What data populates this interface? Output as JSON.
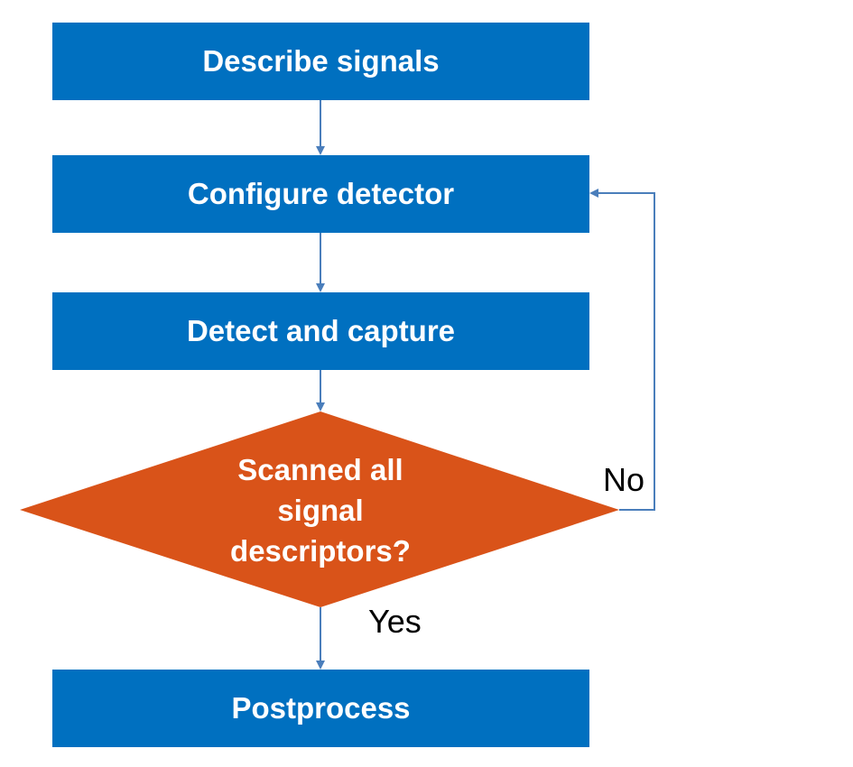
{
  "colors": {
    "process": "#0070C0",
    "decision": "#D95319",
    "connector": "#4A7EBB"
  },
  "steps": {
    "describe": "Describe signals",
    "configure": "Configure detector",
    "detect": "Detect and capture",
    "postprocess": "Postprocess"
  },
  "decision": {
    "line1": "Scanned all",
    "line2": "signal",
    "line3": "descriptors?"
  },
  "edges": {
    "no": "No",
    "yes": "Yes"
  }
}
